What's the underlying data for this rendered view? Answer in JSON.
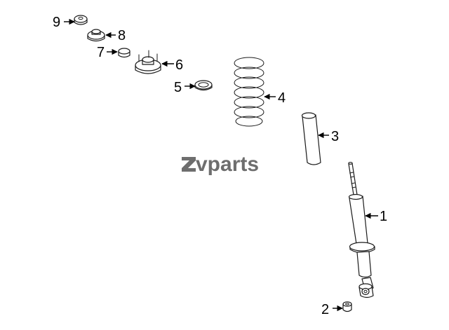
{
  "logo": {
    "text": "vparts"
  },
  "callouts": {
    "c1": "1",
    "c2": "2",
    "c3": "3",
    "c4": "4",
    "c5": "5",
    "c6": "6",
    "c7": "7",
    "c8": "8",
    "c9": "9"
  },
  "colors": {
    "line": "#1a1a1a",
    "logo": "#6e6e6e",
    "background": "#ffffff"
  }
}
